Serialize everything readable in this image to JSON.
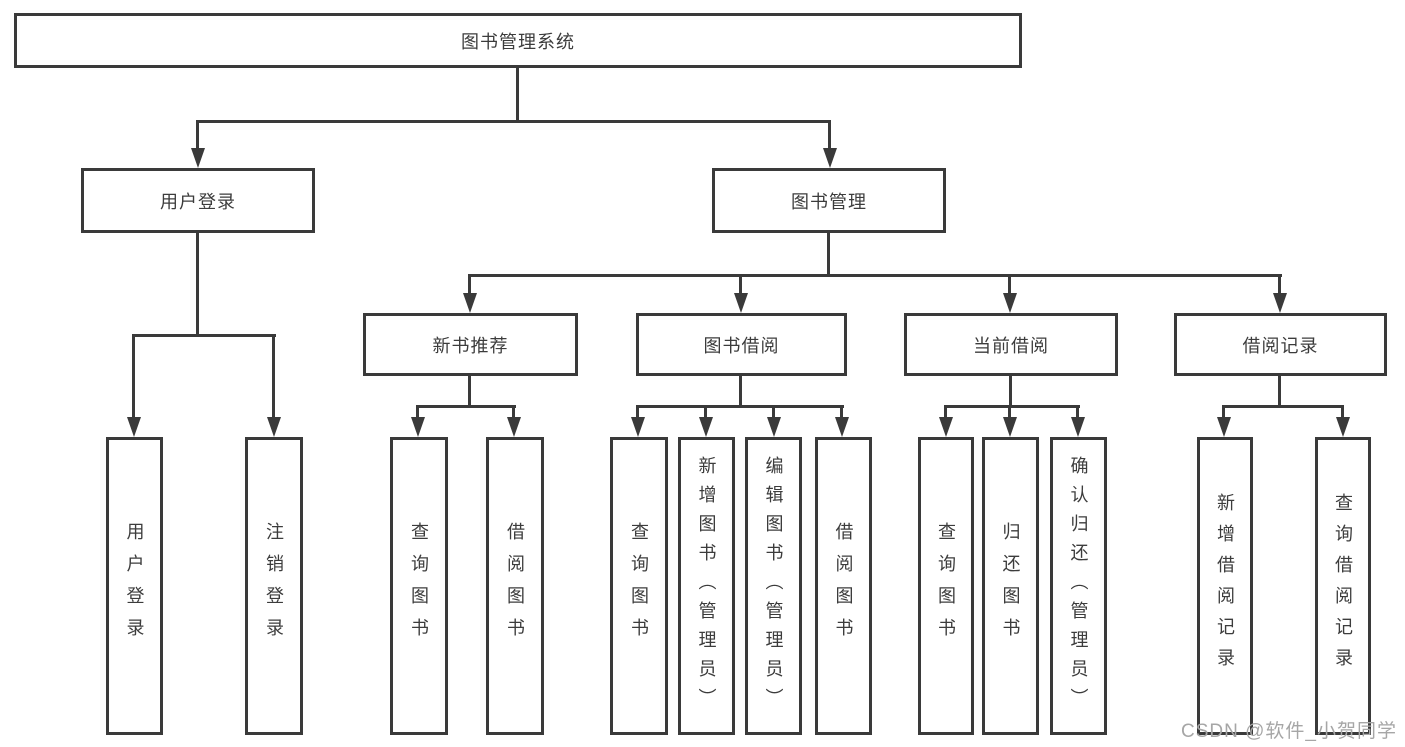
{
  "tree": {
    "root": "图书管理系统",
    "branches": [
      {
        "label": "用户登录",
        "leaves": [
          "用户登录",
          "注销登录"
        ]
      },
      {
        "label": "图书管理",
        "groups": [
          {
            "label": "新书推荐",
            "leaves": [
              "查询图书",
              "借阅图书"
            ]
          },
          {
            "label": "图书借阅",
            "leaves": [
              "查询图书",
              "新增图书（管理员）",
              "编辑图书（管理员）",
              "借阅图书"
            ]
          },
          {
            "label": "当前借阅",
            "leaves": [
              "查询图书",
              "归还图书",
              "确认归还（管理员）"
            ]
          },
          {
            "label": "借阅记录",
            "leaves": [
              "新增借阅记录",
              "查询借阅记录"
            ]
          }
        ]
      }
    ]
  },
  "watermark": "CSDN @软件_小贺同学",
  "colors": {
    "line": "#3a3a3a",
    "text": "#3c3c3c",
    "box_fill": "#ffffff",
    "background": "#ffffff",
    "watermark": "#a6a6a6"
  }
}
